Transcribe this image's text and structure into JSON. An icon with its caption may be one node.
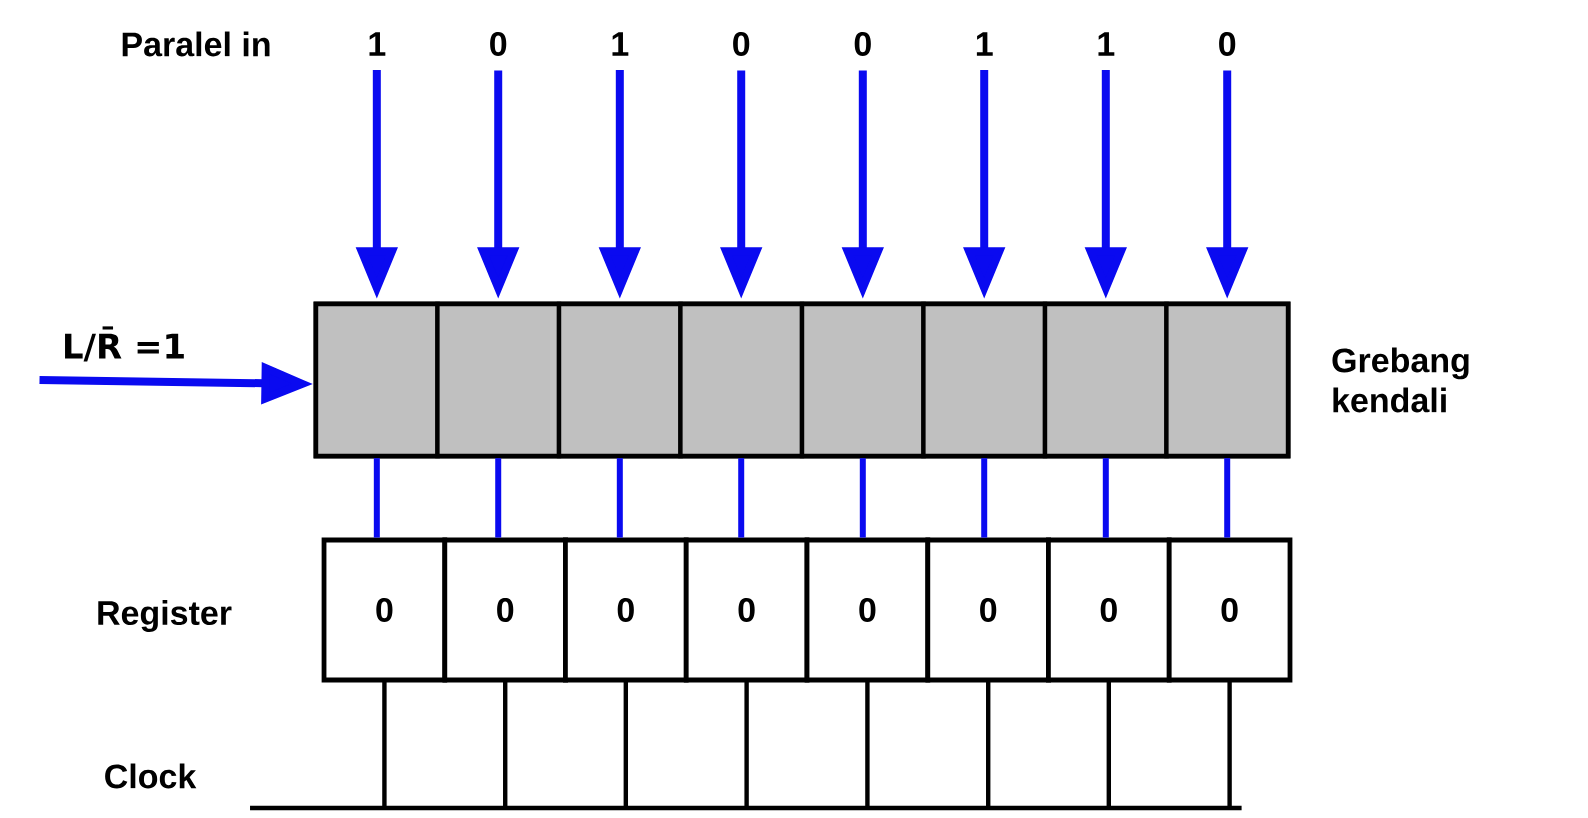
{
  "diagram": {
    "nodes": [
      {
        "text": [
          "1"
        ]
      },
      {
        "text": [
          "0"
        ]
      },
      {
        "text": [
          "1"
        ]
      },
      {
        "text": [
          "0"
        ]
      },
      {
        "text": [
          "0"
        ]
      },
      {
        "text": [
          "1"
        ]
      },
      {
        "text": [
          "1"
        ]
      },
      {
        "text": [
          "0"
        ]
      },
      {
        "text": [
          "L/R̄ =1"
        ]
      },
      {
        "text": [],
        "shape": "bar",
        "beside": [
          "Grebang kendali"
        ]
      },
      {
        "text": [],
        "shape": "box",
        "in": 9
      },
      {
        "text": [],
        "shape": "box",
        "in": 9
      },
      {
        "text": [],
        "shape": "box",
        "in": 9
      },
      {
        "text": [],
        "shape": "box",
        "in": 9
      },
      {
        "text": [],
        "shape": "box",
        "in": 9
      },
      {
        "text": [],
        "shape": "box",
        "in": 9
      },
      {
        "text": [],
        "shape": "box",
        "in": 9
      },
      {
        "text": [],
        "shape": "box",
        "in": 9
      },
      {
        "text": [
          "0"
        ]
      },
      {
        "text": [
          "0"
        ]
      },
      {
        "text": [
          "0"
        ]
      },
      {
        "text": [
          "0"
        ]
      },
      {
        "text": [
          "0"
        ]
      },
      {
        "text": [
          "0"
        ]
      },
      {
        "text": [
          "0"
        ]
      },
      {
        "text": [
          "0"
        ]
      }
    ],
    "edges": [
      {
        "from": 0,
        "to": 10,
        "arrow": "to"
      },
      {
        "from": 1,
        "to": 11,
        "arrow": "to"
      },
      {
        "from": 2,
        "to": 12,
        "arrow": "to"
      },
      {
        "from": 3,
        "to": 13,
        "arrow": "to"
      },
      {
        "from": 4,
        "to": 14,
        "arrow": "to"
      },
      {
        "from": 5,
        "to": 15,
        "arrow": "to"
      },
      {
        "from": 6,
        "to": 16,
        "arrow": "to"
      },
      {
        "from": 7,
        "to": 17,
        "arrow": "to"
      },
      {
        "from": 8,
        "to": 9,
        "arrow": "to"
      },
      {
        "from": 10,
        "to": 18,
        "arrow": "none"
      },
      {
        "from": 11,
        "to": 19,
        "arrow": "none"
      },
      {
        "from": 12,
        "to": 20,
        "arrow": "none"
      },
      {
        "from": 13,
        "to": 21,
        "arrow": "none"
      },
      {
        "from": 14,
        "to": 22,
        "arrow": "none"
      },
      {
        "from": 15,
        "to": 23,
        "arrow": "none"
      },
      {
        "from": 16,
        "to": 24,
        "arrow": "none"
      },
      {
        "from": 17,
        "to": 25,
        "arrow": "none"
      }
    ],
    "labels": [
      "Paralel in",
      "Register",
      "Clock"
    ]
  }
}
